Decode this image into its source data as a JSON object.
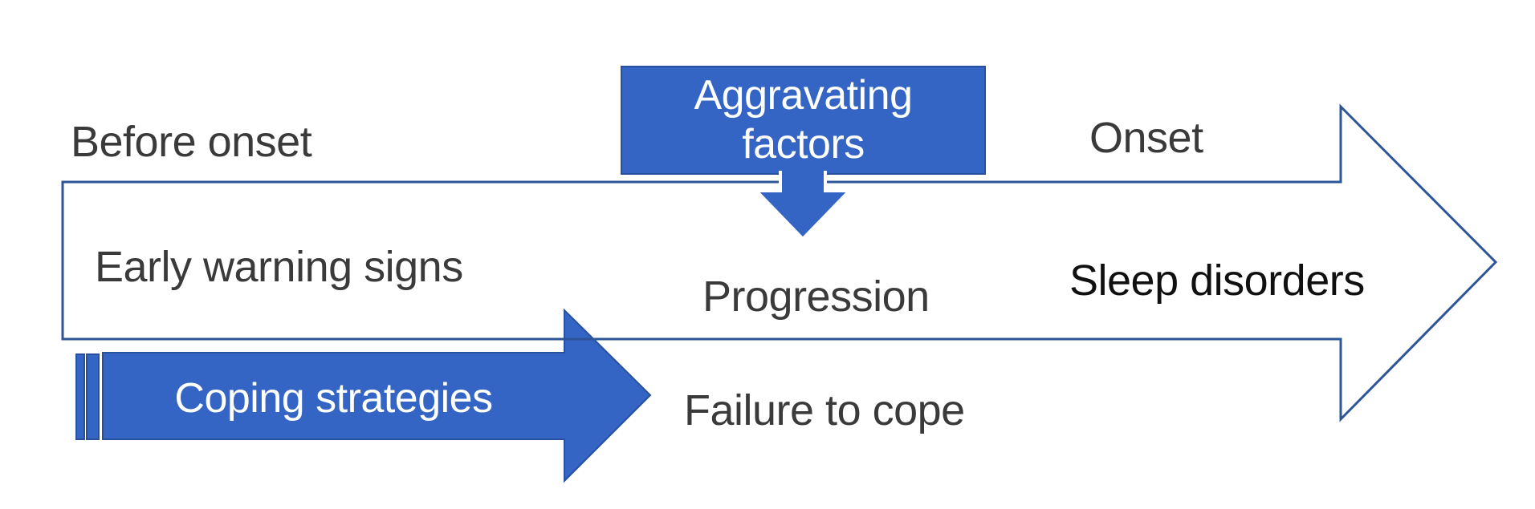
{
  "diagram": {
    "description": "Timeline arrow diagram of sleep disorder development",
    "timeline_arrow": {
      "phase_top_left": "Before onset",
      "phase_top_right": "Onset",
      "stage_1": "Early warning signs",
      "stage_2": "Progression",
      "stage_3": "Sleep disorders"
    },
    "callout_box": {
      "line1": "Aggravating",
      "line2": "factors"
    },
    "coping_arrow": {
      "label": "Coping strategies"
    },
    "failure_label": "Failure to cope",
    "icons": {
      "down_arrow": "down-arrow-icon",
      "right_arrow_outline": "right-arrow-outline-shape",
      "striped_right_arrow": "striped-right-arrow-shape"
    },
    "colors": {
      "fill_blue": "#3565C4",
      "border_blue": "#2E5597",
      "stroke_dark": "#27509F",
      "text_dark": "#3a3a3a",
      "text_black": "#101010",
      "text_white": "#ffffff",
      "background": "#ffffff"
    }
  }
}
